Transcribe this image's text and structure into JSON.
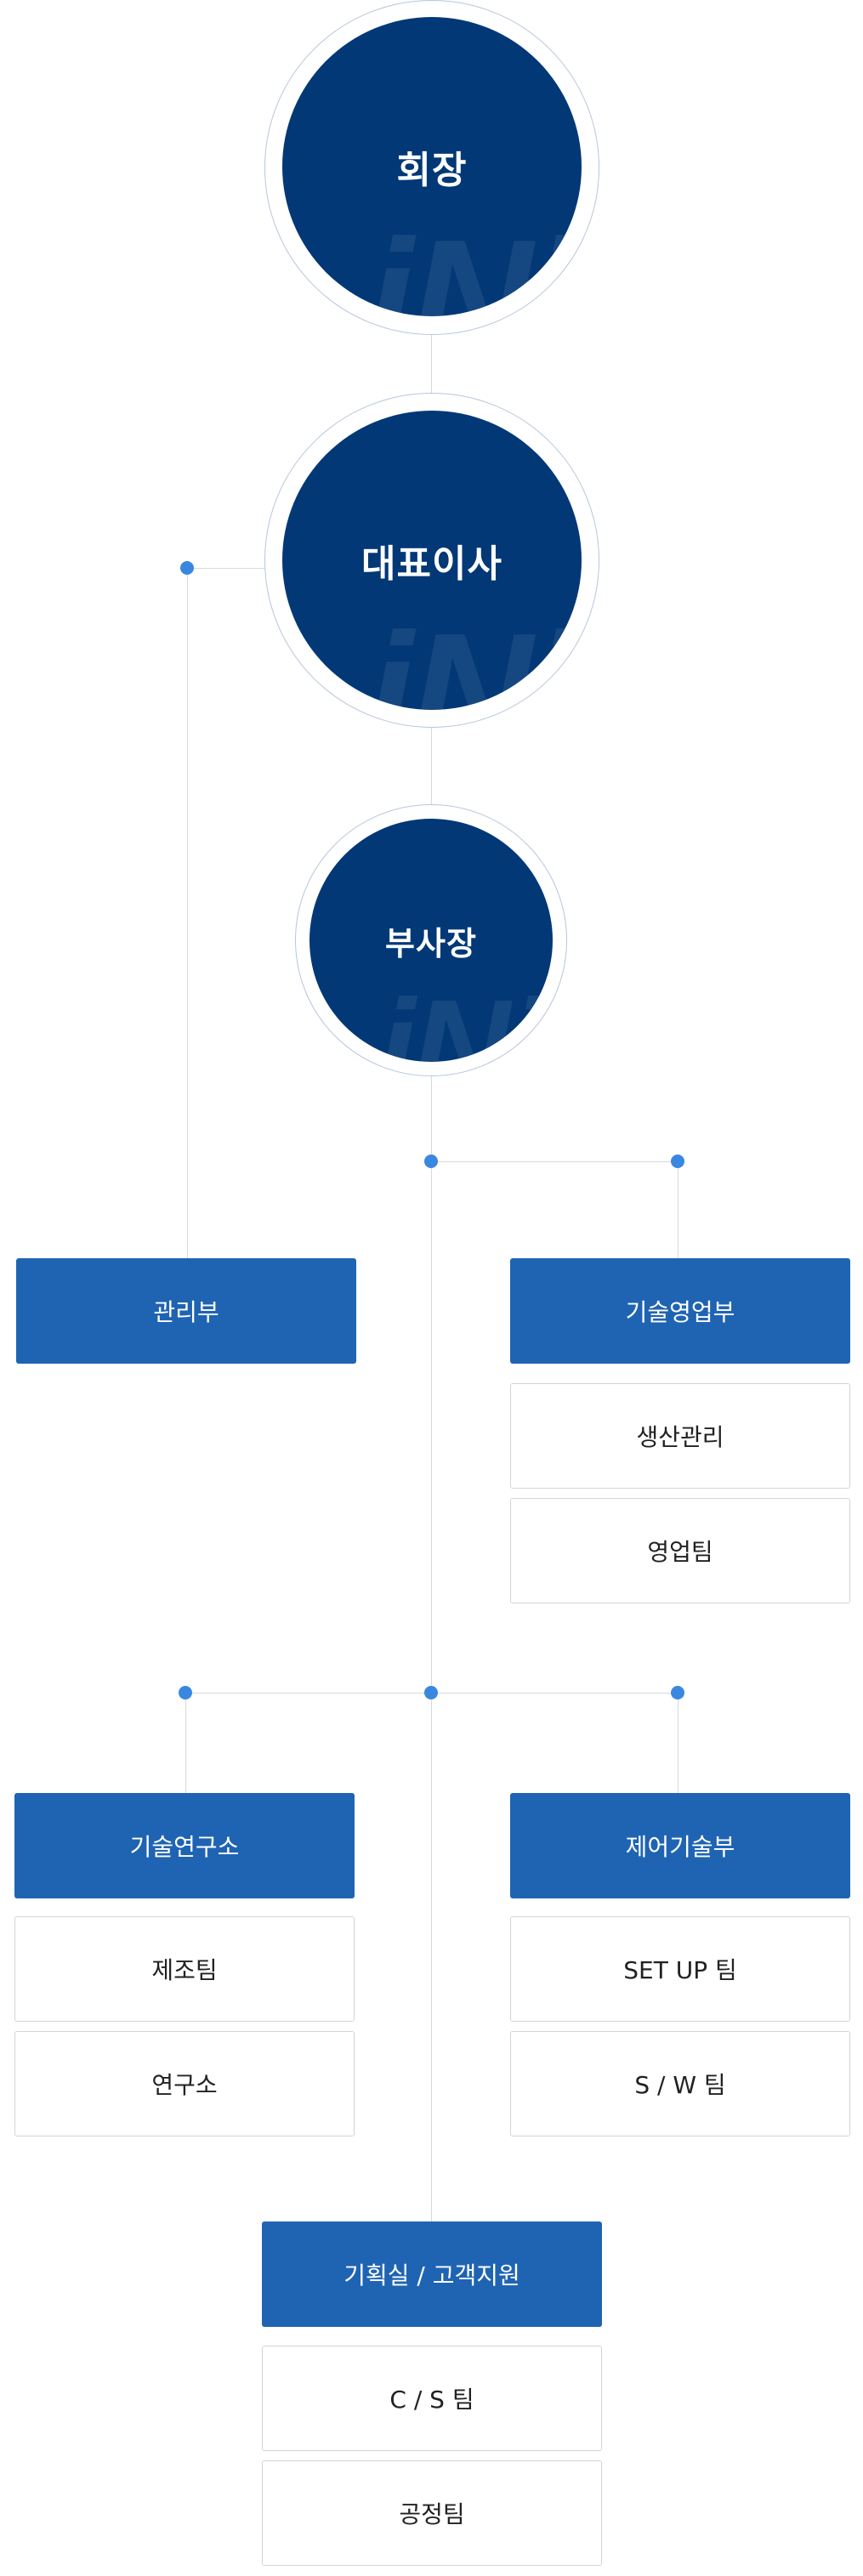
{
  "colors": {
    "circle": "#023876",
    "dept": "#1f64b3",
    "dot": "#3a87e0",
    "line": "#d6d9de"
  },
  "watermark": "iNi",
  "executives": [
    {
      "label": "회장"
    },
    {
      "label": "대표이사"
    },
    {
      "label": "부사장"
    }
  ],
  "departments": [
    {
      "label": "관리부",
      "teams": []
    },
    {
      "label": "기술영업부",
      "teams": [
        "생산관리",
        "영업팀"
      ]
    },
    {
      "label": "기술연구소",
      "teams": [
        "제조팀",
        "연구소"
      ]
    },
    {
      "label": "제어기술부",
      "teams": [
        "SET UP 팀",
        "S / W 팀"
      ]
    },
    {
      "label": "기획실 / 고객지원",
      "teams": [
        "C / S 팀",
        "공정팀"
      ]
    }
  ]
}
